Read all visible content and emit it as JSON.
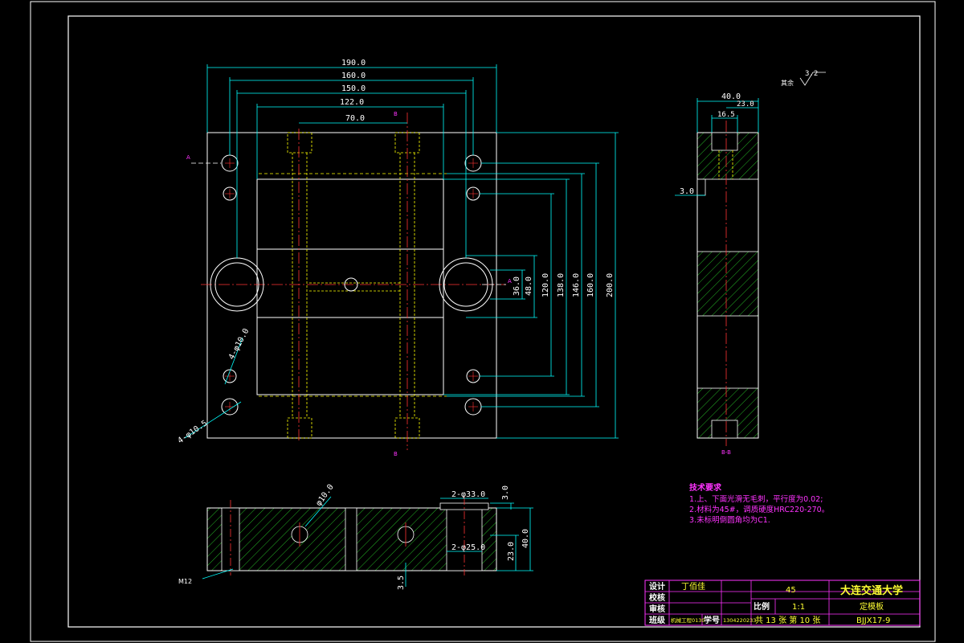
{
  "dimensions": {
    "top_190": "190.0",
    "top_160": "160.0",
    "top_150": "150.0",
    "top_122": "122.0",
    "top_70": "70.0",
    "right_36": "36.0",
    "right_48": "48.0",
    "right_120": "120.0",
    "right_138": "138.0",
    "right_146": "146.0",
    "right_160": "160.0",
    "right_200": "200.0",
    "hole_phi10": "4-φ10.0",
    "hole_phi105": "4-φ10.5",
    "side_40": "40.0",
    "side_23": "23.0",
    "side_165": "16.5",
    "side_3": "3.0",
    "bottom_phi33": "2-φ33.0",
    "bottom_phi25": "2-φ25.0",
    "bottom_3": "3.0",
    "bottom_40": "40.0",
    "bottom_23": "23.0",
    "bottom_35": "3.5",
    "bottom_phi10": "φ10.0",
    "bottom_m12": "M12"
  },
  "roughness": {
    "label": "其余",
    "value": "3.2"
  },
  "section_marks": {
    "a_left": "A",
    "a_right": "A",
    "b_top": "B",
    "b_bottom": "B",
    "side_label": "B-B"
  },
  "tech_requirements": {
    "title": "技术要求",
    "items": [
      "1.上、下面光滑无毛刺，平行度为0.02;",
      "2.材料为45#，调质硬度HRC220-270。",
      "3.未标明倒圆角均为C1."
    ]
  },
  "title_block": {
    "design_label": "设计",
    "designer": "丁佰佳",
    "check_label": "校核",
    "review_label": "审核",
    "class_label": "班级",
    "class_value": "机械工程0130",
    "id_label": "学号",
    "id_value": "1304220233",
    "material": "45",
    "scale_label": "比例",
    "scale_value": "1:1",
    "sheets": "共 13 张 第 10 张",
    "school": "大连交通大学",
    "part_name": "定模板",
    "drawing_no": "BJJX17-9"
  },
  "colors": {
    "outline": "#ffffff",
    "dimension": "#00ffff",
    "centerline": "#ff3333",
    "hidden": "#ffff00",
    "hatch": "#33ff33",
    "note": "#ff33ff",
    "titleblock_frame": "#ff33ff"
  }
}
